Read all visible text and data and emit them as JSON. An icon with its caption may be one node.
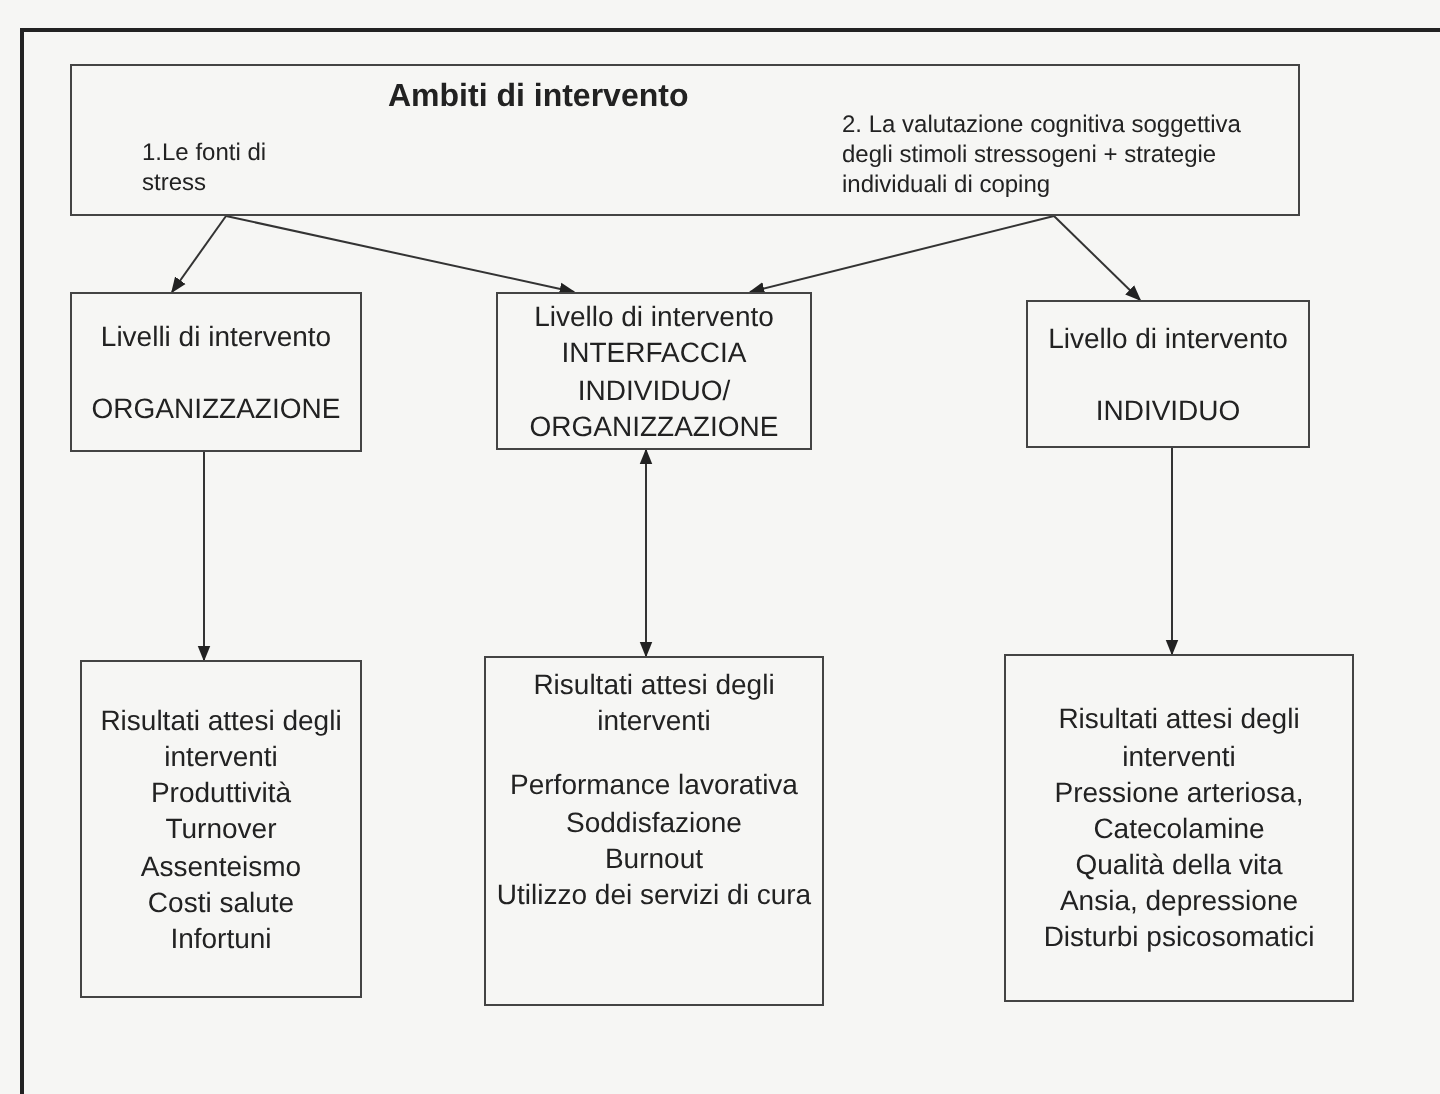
{
  "diagram": {
    "nodes": [
      {
        "text": [
          "Ambiti di intervento",
          "1.Le fonti di stress",
          "2. La valutazione cognitiva soggettiva degli stimoli stressogeni + strategie individuali di coping"
        ]
      },
      {
        "text": [
          "Livelli di intervento",
          "ORGANIZZAZIONE"
        ]
      },
      {
        "text": [
          "Livello di intervento",
          "INTERFACCIA INDIVIDUO/ ORGANIZZAZIONE"
        ]
      },
      {
        "text": [
          "Livello di intervento",
          "INDIVIDUO"
        ]
      },
      {
        "text": [
          "Risultati attesi degli interventi",
          "Produttività",
          "Turnover",
          "Assenteismo",
          "Costi salute",
          "Infortuni"
        ]
      },
      {
        "text": [
          "Risultati attesi degli interventi",
          "Performance lavorativa",
          "Soddisfazione",
          "Burnout",
          "Utilizzo dei servizi di cura"
        ]
      },
      {
        "text": [
          "Risultati attesi degli interventi",
          "Pressione arteriosa, Catecolamine",
          "Qualità della vita",
          "Ansia, depressione",
          "Disturbi psicosomatici"
        ]
      }
    ],
    "edges": [
      {
        "from": 0,
        "to": 1,
        "arrow": "to"
      },
      {
        "from": 0,
        "to": 2,
        "arrow": "to"
      },
      {
        "from": 0,
        "to": 2,
        "arrow": "to"
      },
      {
        "from": 0,
        "to": 3,
        "arrow": "to"
      },
      {
        "from": 1,
        "to": 4,
        "arrow": "to"
      },
      {
        "from": 2,
        "to": 5,
        "arrow": "both"
      },
      {
        "from": 3,
        "to": 6,
        "arrow": "to"
      }
    ]
  }
}
